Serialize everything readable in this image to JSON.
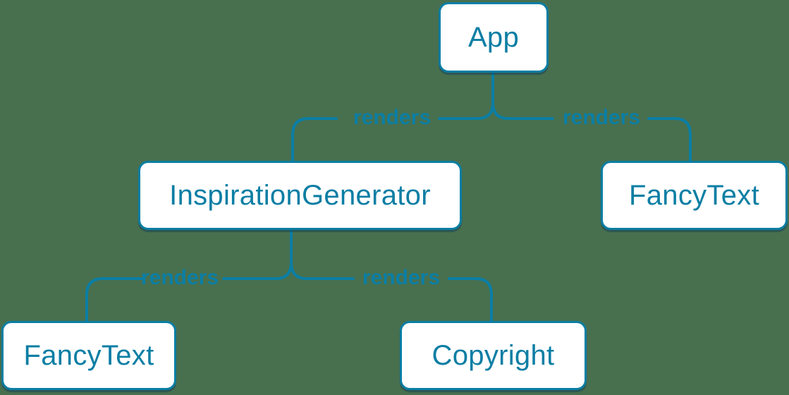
{
  "colors": {
    "background": "#48704F",
    "accent": "#0B7EA4",
    "node_fill": "#FFFFFF"
  },
  "diagram": {
    "type": "component-render-tree",
    "nodes": [
      {
        "id": "app",
        "label": "App"
      },
      {
        "id": "inspiration-generator",
        "label": "InspirationGenerator"
      },
      {
        "id": "fancy-text-top",
        "label": "FancyText"
      },
      {
        "id": "fancy-text-bottom",
        "label": "FancyText"
      },
      {
        "id": "copyright",
        "label": "Copyright"
      }
    ],
    "edges": [
      {
        "from": "App",
        "to": "InspirationGenerator",
        "label": "renders"
      },
      {
        "from": "App",
        "to": "FancyText",
        "label": "renders"
      },
      {
        "from": "InspirationGenerator",
        "to": "FancyText",
        "label": "renders"
      },
      {
        "from": "InspirationGenerator",
        "to": "Copyright",
        "label": "renders"
      }
    ]
  }
}
